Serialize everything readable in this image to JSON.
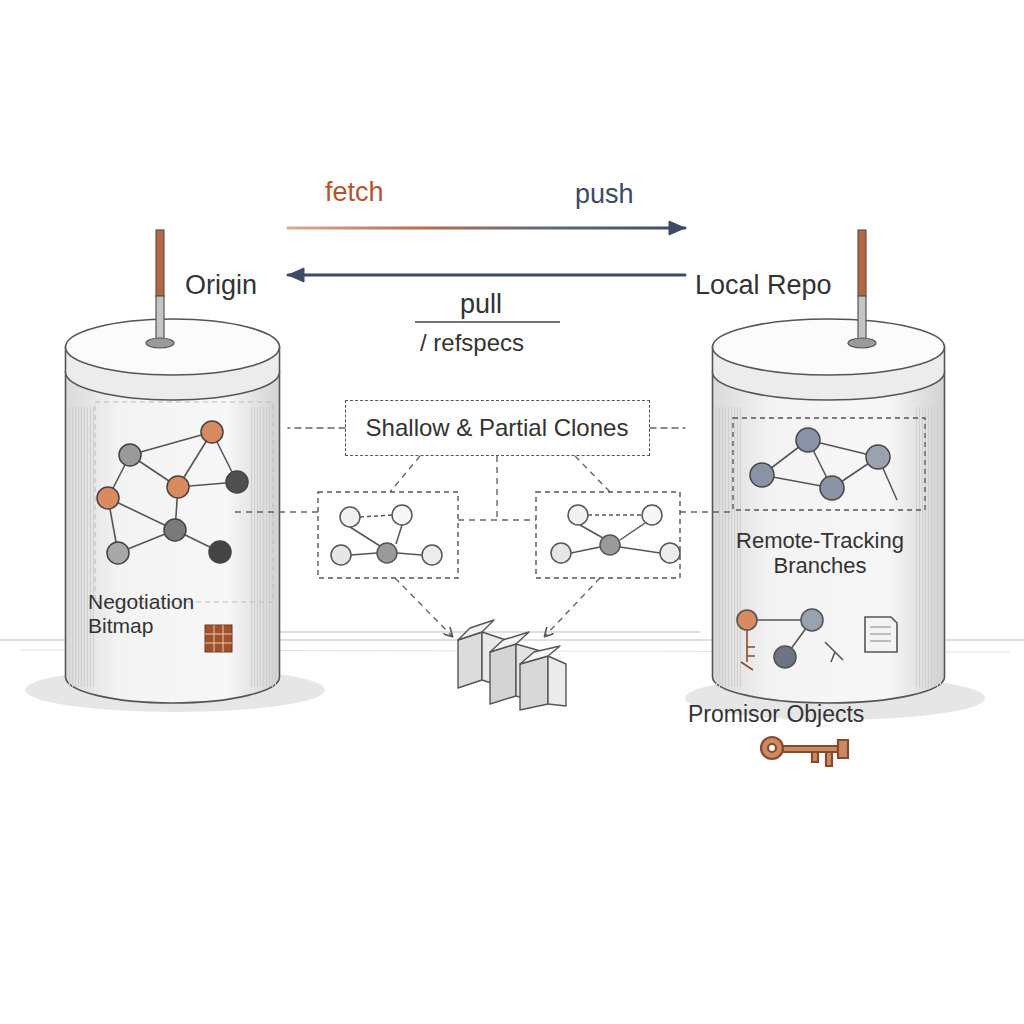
{
  "diagram": {
    "nodes": [
      {
        "text": [
          "Origin",
          "Negotiation Bitmap"
        ]
      },
      {
        "text": [
          "Local Repo",
          "Remote-Tracking Branches"
        ]
      },
      {
        "text": [
          "Shallow & Partial Clones"
        ]
      }
    ],
    "edges": [
      {
        "from": 0,
        "to": 1,
        "arrow": "to",
        "label": "fetch"
      },
      {
        "from": 1,
        "to": 0,
        "arrow": "to",
        "label": "pull"
      },
      {
        "from": 2,
        "to": 0,
        "arrow": "none"
      },
      {
        "from": 2,
        "to": 1,
        "arrow": "none"
      }
    ],
    "labels": [
      "push",
      "/ refspecs",
      "Promisor Objects"
    ]
  }
}
